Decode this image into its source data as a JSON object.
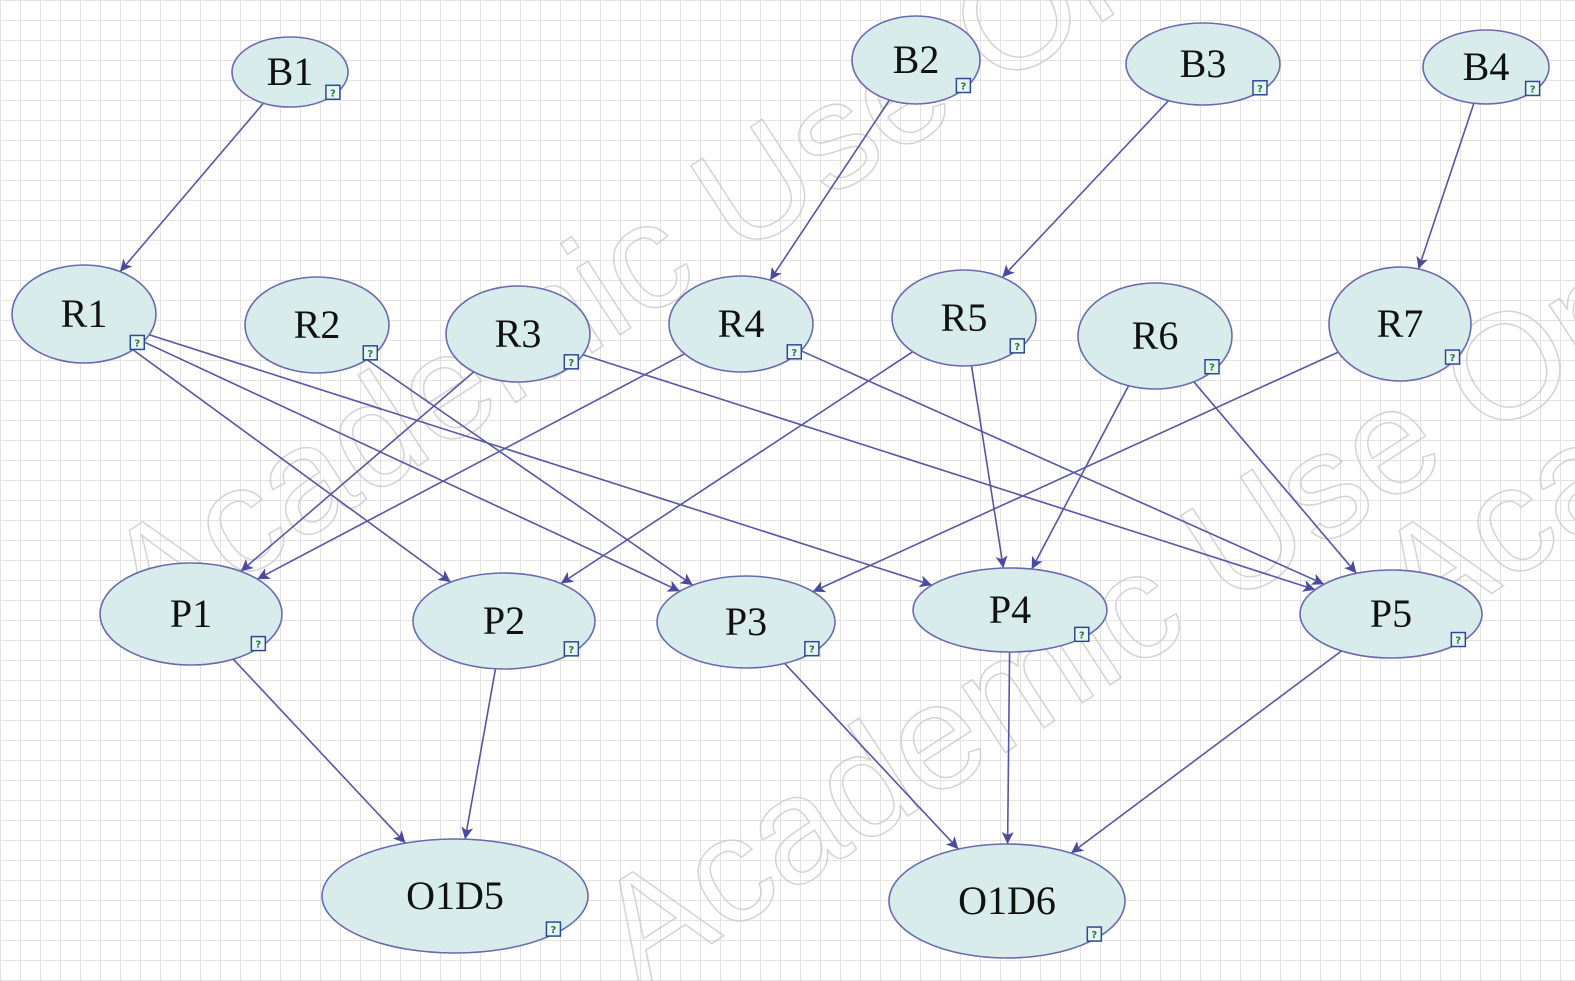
{
  "colors": {
    "node_fill": "#d8ecec",
    "node_stroke": "#6a6ab0",
    "edge": "#5656a6",
    "grid": "#e3e3e3",
    "q_icon": "#1f7a4c"
  },
  "watermark_text": [
    "Academic Use Only",
    "Academic Use Only",
    "Academic Use Only"
  ],
  "nodes": [
    {
      "id": "B1",
      "label": "B1"
    },
    {
      "id": "B2",
      "label": "B2"
    },
    {
      "id": "B3",
      "label": "B3"
    },
    {
      "id": "B4",
      "label": "B4"
    },
    {
      "id": "R1",
      "label": "R1"
    },
    {
      "id": "R2",
      "label": "R2"
    },
    {
      "id": "R3",
      "label": "R3"
    },
    {
      "id": "R4",
      "label": "R4"
    },
    {
      "id": "R5",
      "label": "R5"
    },
    {
      "id": "R6",
      "label": "R6"
    },
    {
      "id": "R7",
      "label": "R7"
    },
    {
      "id": "P1",
      "label": "P1"
    },
    {
      "id": "P2",
      "label": "P2"
    },
    {
      "id": "P3",
      "label": "P3"
    },
    {
      "id": "P4",
      "label": "P4"
    },
    {
      "id": "P5",
      "label": "P5"
    },
    {
      "id": "O1D5",
      "label": "O1D5"
    },
    {
      "id": "O1D6",
      "label": "O1D6"
    }
  ],
  "edges": [
    {
      "from": "B1",
      "to": "R1"
    },
    {
      "from": "B2",
      "to": "R4"
    },
    {
      "from": "B3",
      "to": "R5"
    },
    {
      "from": "B4",
      "to": "R7"
    },
    {
      "from": "R1",
      "to": "P2"
    },
    {
      "from": "R1",
      "to": "P3"
    },
    {
      "from": "R1",
      "to": "P4"
    },
    {
      "from": "R2",
      "to": "P3"
    },
    {
      "from": "R3",
      "to": "P1"
    },
    {
      "from": "R3",
      "to": "P5"
    },
    {
      "from": "R4",
      "to": "P1"
    },
    {
      "from": "R4",
      "to": "P5"
    },
    {
      "from": "R5",
      "to": "P2"
    },
    {
      "from": "R5",
      "to": "P4"
    },
    {
      "from": "R6",
      "to": "P4"
    },
    {
      "from": "R6",
      "to": "P5"
    },
    {
      "from": "R7",
      "to": "P3"
    },
    {
      "from": "P1",
      "to": "O1D5"
    },
    {
      "from": "P2",
      "to": "O1D5"
    },
    {
      "from": "P3",
      "to": "O1D6"
    },
    {
      "from": "P4",
      "to": "O1D6"
    },
    {
      "from": "P5",
      "to": "O1D6"
    }
  ]
}
